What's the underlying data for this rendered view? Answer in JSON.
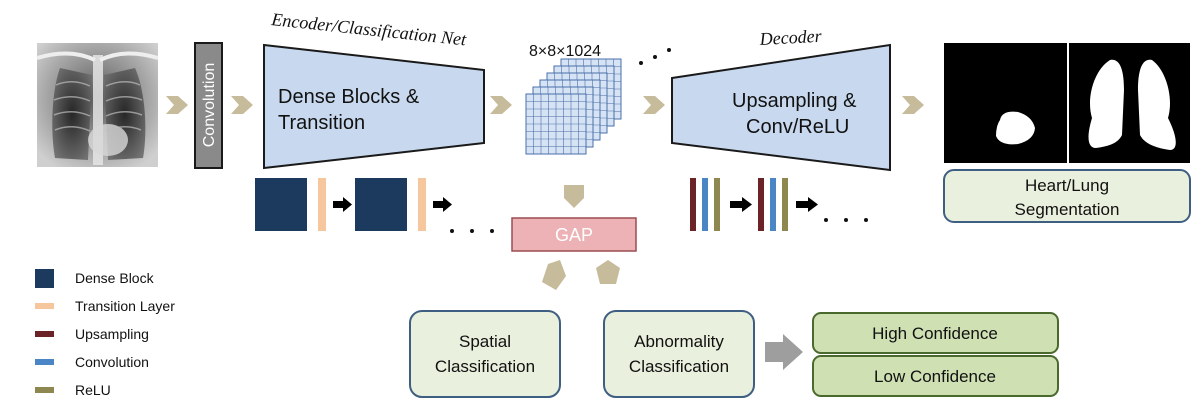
{
  "labels": {
    "encoder_title": "Encoder/Classification Net",
    "decoder_title": "Decoder",
    "convolution": "Convolution",
    "dense_line1": "Dense Blocks &",
    "dense_line2": "Transition",
    "feature_dims": "8×8×1024",
    "upsampling_line1": "Upsampling &",
    "upsampling_line2": "Conv/ReLU",
    "gap": "GAP",
    "segmentation_line1": "Heart/Lung",
    "segmentation_line2": "Segmentation",
    "spatial_line1": "Spatial",
    "spatial_line2": "Classification",
    "abnormality_line1": "Abnormality",
    "abnormality_line2": "Classification",
    "high_confidence": "High Confidence",
    "low_confidence": "Low Confidence"
  },
  "legend": [
    {
      "label": "Dense Block",
      "color": "#1b3a5e"
    },
    {
      "label": "Transition Layer",
      "color": "#f6c79c"
    },
    {
      "label": "Upsampling",
      "color": "#6b2327"
    },
    {
      "label": "Convolution",
      "color": "#4a86c5"
    },
    {
      "label": "ReLU",
      "color": "#8f8750"
    }
  ],
  "colors": {
    "block_fill": "#c8d9ef",
    "block_stroke": "#1a1a1a",
    "conv_fill": "#8a8a8a",
    "arrow": "#c6bb9a",
    "gap_fill": "#ecb2b6",
    "gap_stroke": "#9a4d52",
    "box_fill": "#e9f0dd",
    "box_stroke": "#3f5f82",
    "confidence_fill": "#cfe0b3",
    "confidence_stroke": "#4a6a2d",
    "grid_fill": "#d6e3f5",
    "grid_stroke": "#4a6fa8"
  }
}
